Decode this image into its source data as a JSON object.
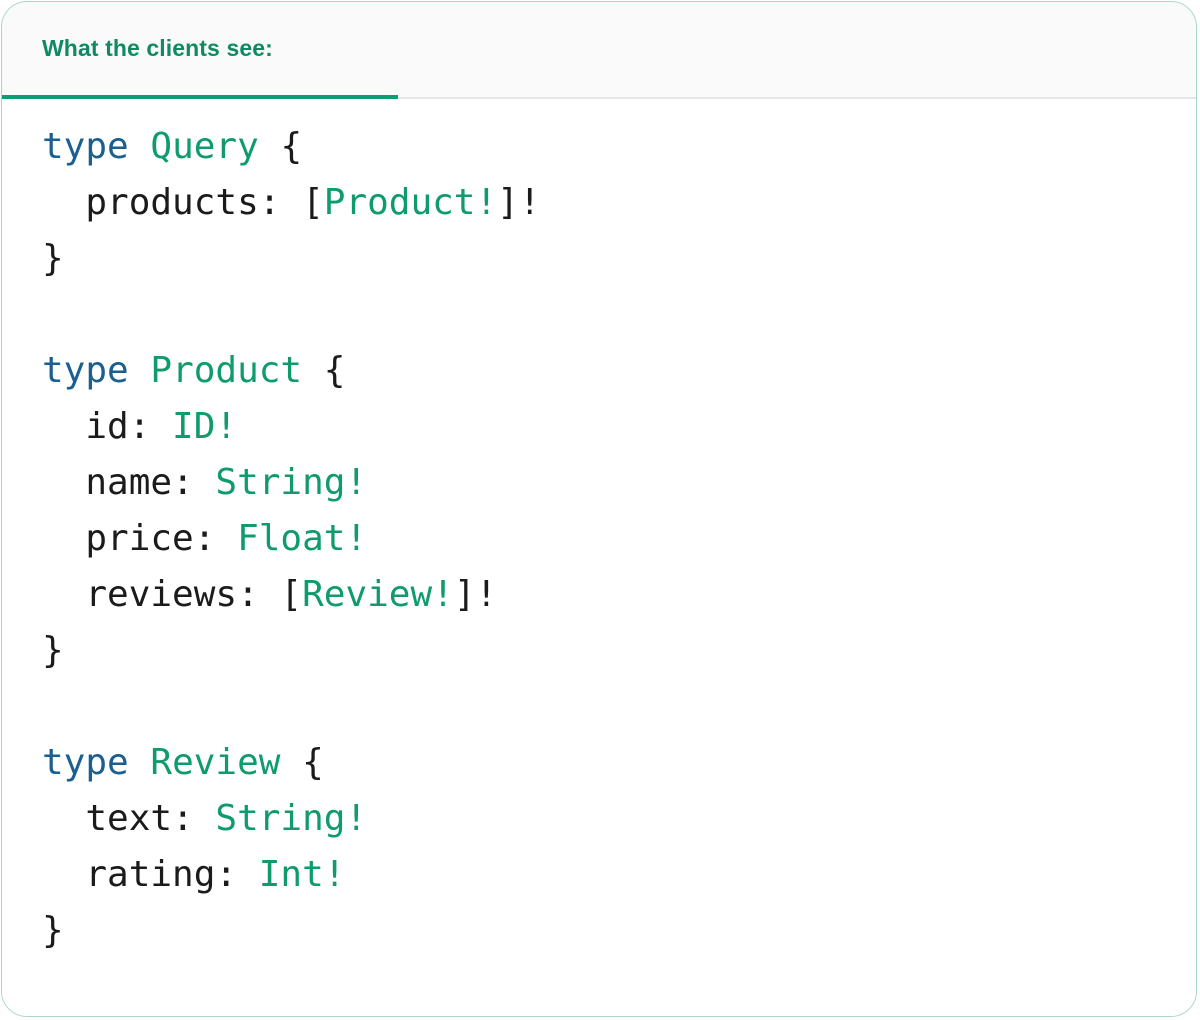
{
  "card": {
    "border_color": "#a8d8c2",
    "background": "#ffffff"
  },
  "tabbar": {
    "background": "#fafafa",
    "active_underline_color": "#0f9b74",
    "tabs": [
      {
        "label": "What the clients see:",
        "active": true
      }
    ]
  },
  "colors": {
    "keyword": "#1a5f8f",
    "type_name": "#0f9b6e",
    "punctuation": "#1b1b1b",
    "header_text": "#0f8a63"
  },
  "code": {
    "language": "graphql",
    "lines": [
      {
        "indent": 0,
        "tokens": [
          {
            "t": "type",
            "k": "kw"
          },
          {
            "t": " ",
            "k": "plain"
          },
          {
            "t": "Query",
            "k": "type"
          },
          {
            "t": " {",
            "k": "plain"
          }
        ]
      },
      {
        "indent": 1,
        "tokens": [
          {
            "t": "products: [",
            "k": "plain"
          },
          {
            "t": "Product!",
            "k": "type"
          },
          {
            "t": "]!",
            "k": "plain"
          }
        ]
      },
      {
        "indent": 0,
        "tokens": [
          {
            "t": "}",
            "k": "plain"
          }
        ]
      },
      {
        "indent": 0,
        "tokens": []
      },
      {
        "indent": 0,
        "tokens": [
          {
            "t": "type",
            "k": "kw"
          },
          {
            "t": " ",
            "k": "plain"
          },
          {
            "t": "Product",
            "k": "type"
          },
          {
            "t": " {",
            "k": "plain"
          }
        ]
      },
      {
        "indent": 1,
        "tokens": [
          {
            "t": "id: ",
            "k": "plain"
          },
          {
            "t": "ID!",
            "k": "type"
          }
        ]
      },
      {
        "indent": 1,
        "tokens": [
          {
            "t": "name: ",
            "k": "plain"
          },
          {
            "t": "String!",
            "k": "type"
          }
        ]
      },
      {
        "indent": 1,
        "tokens": [
          {
            "t": "price: ",
            "k": "plain"
          },
          {
            "t": "Float!",
            "k": "type"
          }
        ]
      },
      {
        "indent": 1,
        "tokens": [
          {
            "t": "reviews: [",
            "k": "plain"
          },
          {
            "t": "Review!",
            "k": "type"
          },
          {
            "t": "]!",
            "k": "plain"
          }
        ]
      },
      {
        "indent": 0,
        "tokens": [
          {
            "t": "}",
            "k": "plain"
          }
        ]
      },
      {
        "indent": 0,
        "tokens": []
      },
      {
        "indent": 0,
        "tokens": [
          {
            "t": "type",
            "k": "kw"
          },
          {
            "t": " ",
            "k": "plain"
          },
          {
            "t": "Review",
            "k": "type"
          },
          {
            "t": " {",
            "k": "plain"
          }
        ]
      },
      {
        "indent": 1,
        "tokens": [
          {
            "t": "text: ",
            "k": "plain"
          },
          {
            "t": "String!",
            "k": "type"
          }
        ]
      },
      {
        "indent": 1,
        "tokens": [
          {
            "t": "rating: ",
            "k": "plain"
          },
          {
            "t": "Int!",
            "k": "type"
          }
        ]
      },
      {
        "indent": 0,
        "tokens": [
          {
            "t": "}",
            "k": "plain"
          }
        ]
      }
    ]
  }
}
